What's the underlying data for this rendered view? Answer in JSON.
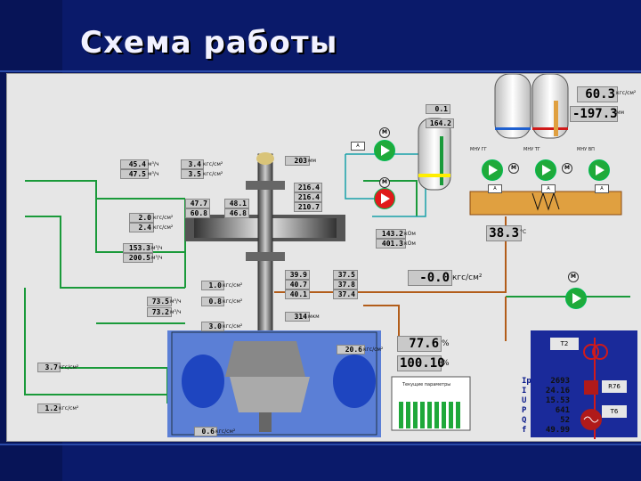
{
  "slide": {
    "title_line1": "Схема работы",
    "title_line2": "гидрогенератора"
  },
  "readings": {
    "upper_bearing_flow_1": "45.4",
    "upper_bearing_flow_2": "47.5",
    "oil_pressure_1": "3.4",
    "oil_pressure_2": "3.5",
    "clearance_top": "203",
    "stator_flow_1": "216.4",
    "stator_flow_2": "216.4",
    "stator_flow_3": "210.7",
    "seg_temp_1": "47.7",
    "seg_temp_2": "48.1",
    "seg_temp_3": "60.8",
    "seg_temp_4": "46.8",
    "tank_pressure_top": "0.1",
    "tank_level": "164.2",
    "cooler_pressure_1": "2.0",
    "cooler_pressure_2": "2.4",
    "cooler_flow_1": "153.3",
    "cooler_flow_2": "200.5",
    "stator_power_1": "143.2",
    "stator_power_2": "401.3",
    "air_temp_1": "39.9",
    "air_temp_2": "40.7",
    "air_temp_3": "40.1",
    "air_temp_4": "37.5",
    "air_temp_5": "37.8",
    "air_temp_6": "37.4",
    "lower_pressure": "1.0",
    "lower_pressure_2": "0.8",
    "shaft_flow_1": "73.5",
    "shaft_flow_2": "73.2",
    "seal_pressure": "3.0",
    "shaft_runout": "314",
    "excitation_power": "-0.0",
    "spiral_pressure": "20.6",
    "guide_vane": "77.6",
    "turbine_opening": "100.10",
    "draft_pressure": "0.6",
    "pressure_left_1": "3.7",
    "pressure_left_2": "1.2",
    "accumulator_pressure": "60.3",
    "accumulator_level": "-197.3",
    "oil_temp": "38.3"
  },
  "units": {
    "flow": "м³/ч",
    "pressure": "кгс/см²",
    "temp": "°C",
    "mm": "мм",
    "mkm": "мкм",
    "kw": "кОм",
    "percent": "%"
  },
  "labels": {
    "grid_label": "Текущие параметры",
    "gen_T2": "Т2",
    "gen_T6": "Т6",
    "gen_R76": "R76",
    "motor_M": "М",
    "valve_A": "А",
    "oil_label_1": "МНУ ГГ",
    "oil_label_2": "МНУ ТГ",
    "oil_label_3": "МНУ ВП"
  },
  "electrical": {
    "names": [
      "Ip",
      "I",
      "U",
      "P",
      "Q",
      "f"
    ],
    "values": [
      "2693",
      "24.16",
      "15.53",
      "641",
      "52",
      "49.99"
    ]
  },
  "colors": {
    "panel": "#e6e6e6",
    "pump_green": "#1faa3a",
    "pump_red": "#e01a1a",
    "water": "#1e5fcf",
    "oil_line": "#b25d1a",
    "tank_fill": "#e0a040"
  }
}
